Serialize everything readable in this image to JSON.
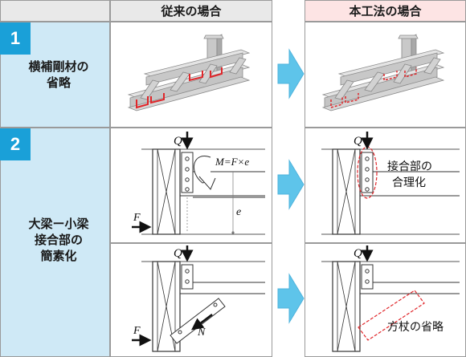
{
  "header": {
    "conventional": "従来の場合",
    "new_method": "本工法の場合"
  },
  "rows": [
    {
      "number": "1",
      "label_line1": "横補剛材の",
      "label_line2": "省略"
    },
    {
      "number": "2",
      "label_line1": "大梁ー小梁",
      "label_line2": "接合部の",
      "label_line3": "簡素化"
    }
  ],
  "diagram": {
    "force_q": "Q",
    "force_f": "F",
    "moment": "M=F×e",
    "eccentricity": "e",
    "brace_force": "N",
    "note_joint_line1": "接合部の",
    "note_joint_line2": "合理化",
    "note_brace": "方杖の省略"
  },
  "colors": {
    "header_right_bg": "#fde4e4",
    "row_bg": "#cfe9f6",
    "number_bg": "#1aa0d8",
    "arrow_fill": "#5ec4ea",
    "highlight": "#e0262a"
  }
}
